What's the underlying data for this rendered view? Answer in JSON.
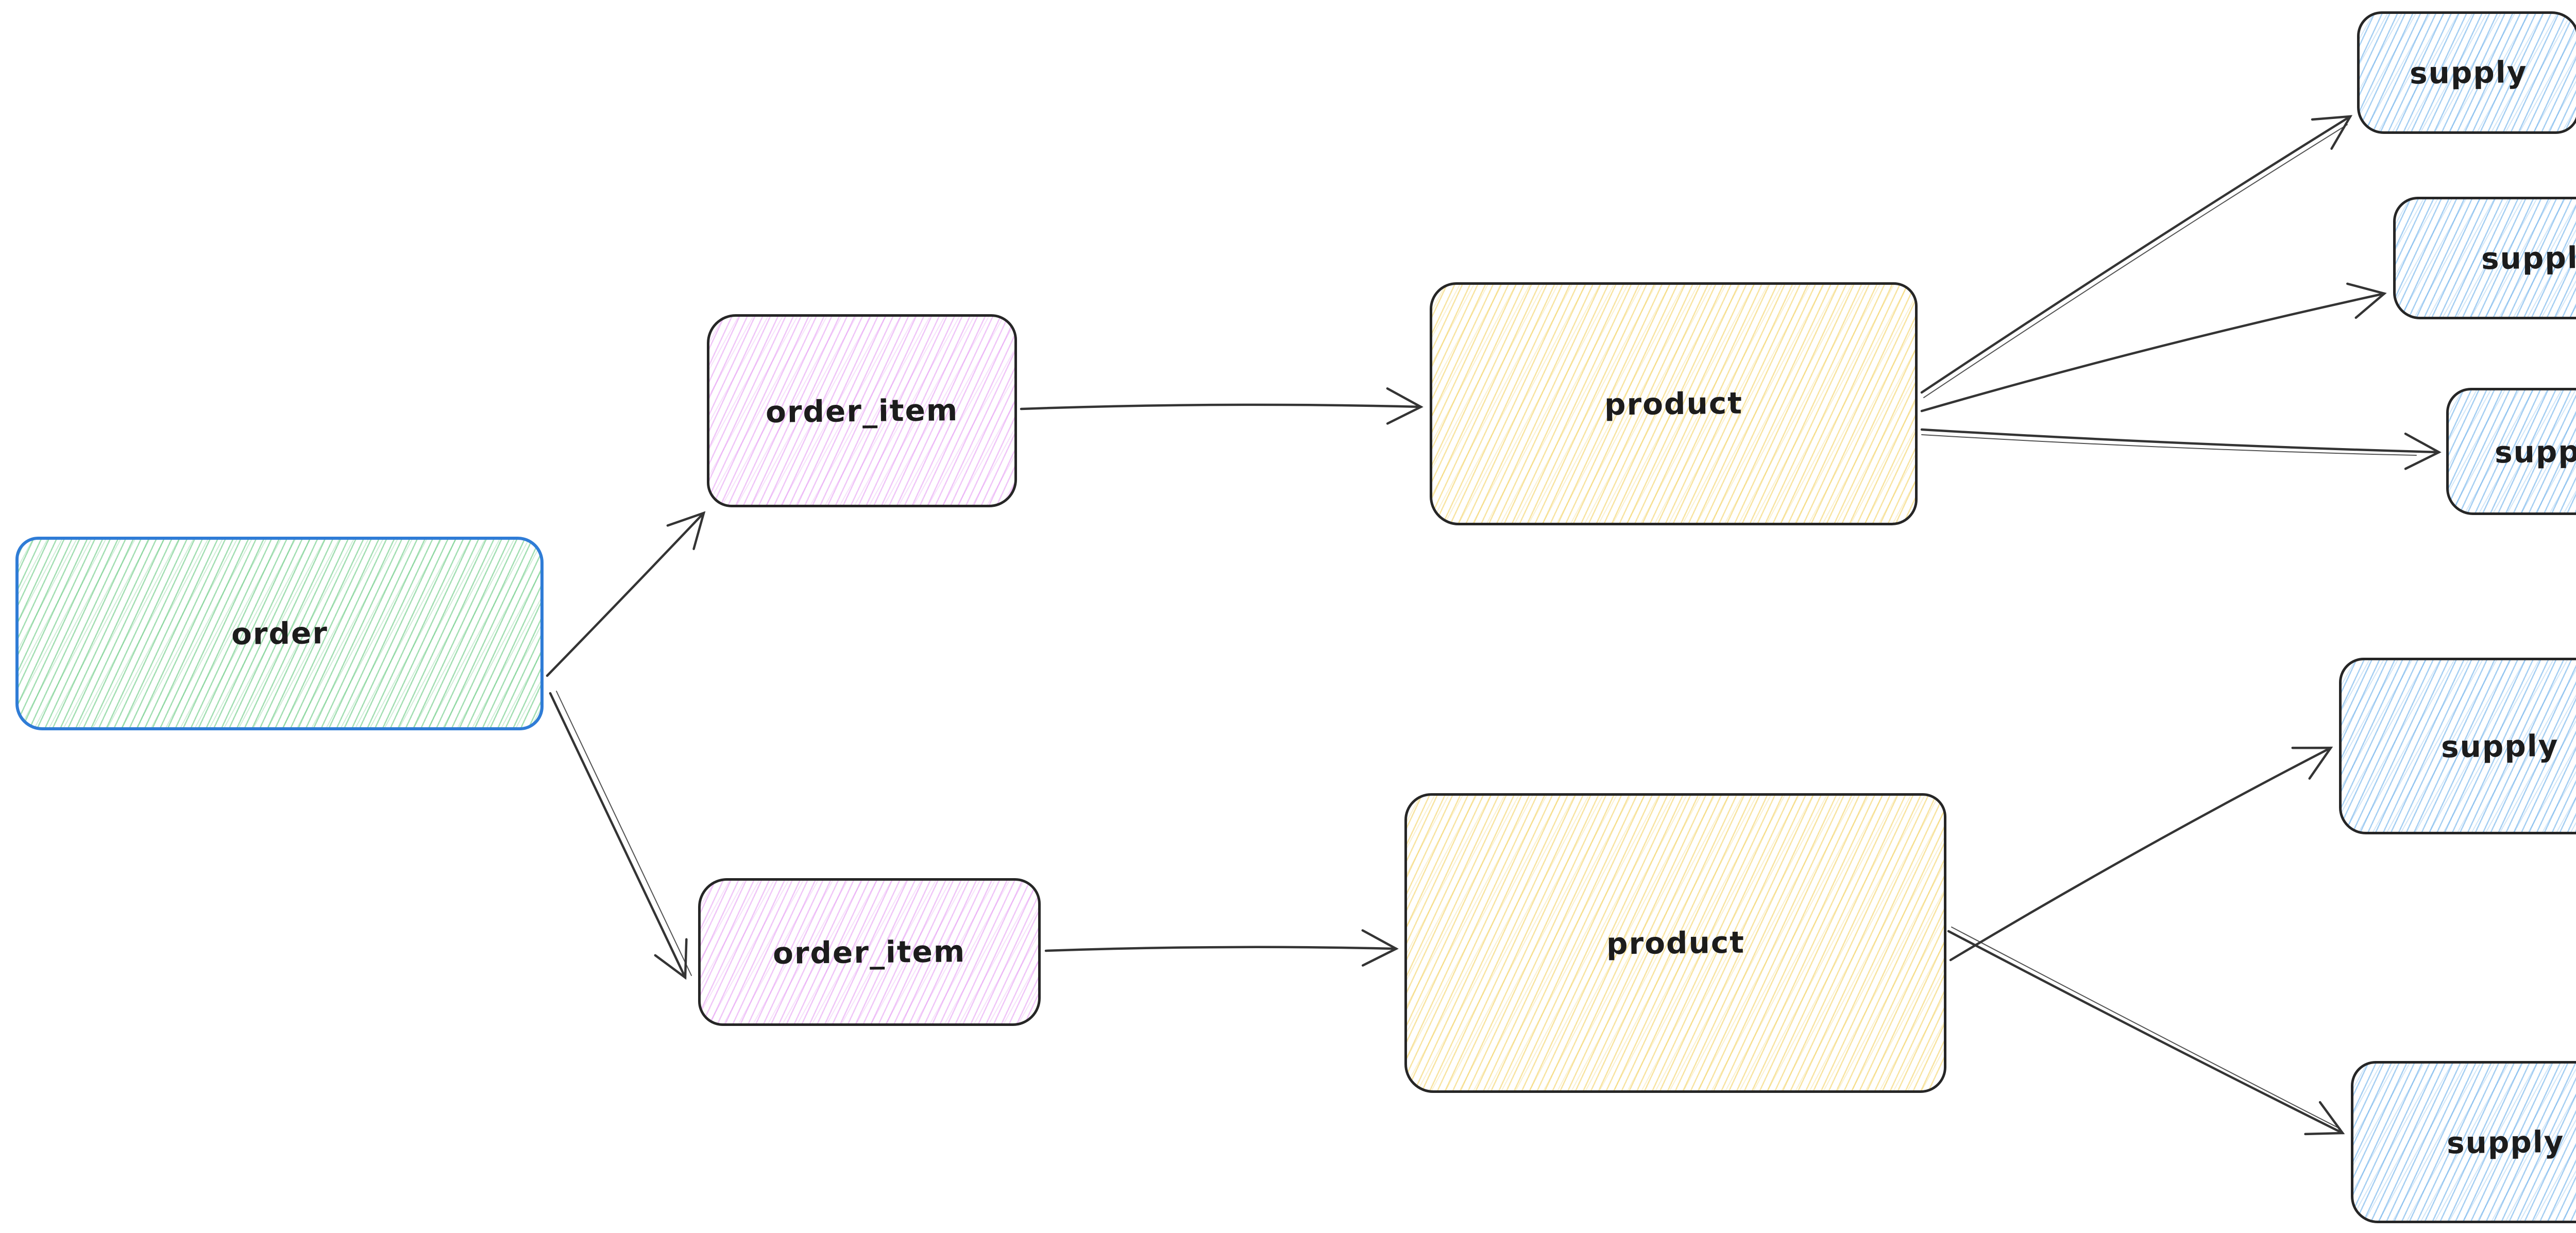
{
  "canvas": {
    "background_color": "#ffffff"
  },
  "nodes": {
    "order": {
      "label": "order",
      "shape": "rounded-rectangle",
      "fill_style": "hachure",
      "hatch_color": "#57c474",
      "border_color": "#2f7cd6"
    },
    "order_item_top": {
      "label": "order_item",
      "shape": "rounded-rectangle",
      "fill_style": "hachure",
      "hatch_color": "#de80f0",
      "border_color": "#262626"
    },
    "order_item_bottom": {
      "label": "order_item",
      "shape": "rounded-rectangle",
      "fill_style": "hachure",
      "hatch_color": "#de80f0",
      "border_color": "#262626"
    },
    "product_top": {
      "label": "product",
      "shape": "rounded-rectangle",
      "fill_style": "hachure",
      "hatch_color": "#f0ca45",
      "border_color": "#262626"
    },
    "product_bottom": {
      "label": "product",
      "shape": "rounded-rectangle",
      "fill_style": "hachure",
      "hatch_color": "#f0ca45",
      "border_color": "#262626"
    },
    "supply_1": {
      "label": "supply",
      "shape": "rounded-rectangle",
      "fill_style": "hachure",
      "hatch_color": "#4d9fe6",
      "border_color": "#262626"
    },
    "supply_2": {
      "label": "supply",
      "shape": "rounded-rectangle",
      "fill_style": "hachure",
      "hatch_color": "#4d9fe6",
      "border_color": "#262626"
    },
    "supply_3": {
      "label": "supply",
      "shape": "rounded-rectangle",
      "fill_style": "hachure",
      "hatch_color": "#4d9fe6",
      "border_color": "#262626"
    },
    "supply_4": {
      "label": "supply",
      "shape": "rounded-rectangle",
      "fill_style": "hachure",
      "hatch_color": "#4d9fe6",
      "border_color": "#262626"
    },
    "supply_5": {
      "label": "supply",
      "shape": "rounded-rectangle",
      "fill_style": "hachure",
      "hatch_color": "#4d9fe6",
      "border_color": "#262626"
    }
  },
  "edges": [
    {
      "from": "order",
      "to": "order_item_top",
      "head": "open-arrow"
    },
    {
      "from": "order",
      "to": "order_item_bottom",
      "head": "open-arrow"
    },
    {
      "from": "order_item_top",
      "to": "product_top",
      "head": "open-arrow"
    },
    {
      "from": "order_item_bottom",
      "to": "product_bottom",
      "head": "open-arrow"
    },
    {
      "from": "product_top",
      "to": "supply_1",
      "head": "open-arrow"
    },
    {
      "from": "product_top",
      "to": "supply_2",
      "head": "open-arrow"
    },
    {
      "from": "product_top",
      "to": "supply_3",
      "head": "open-arrow"
    },
    {
      "from": "product_bottom",
      "to": "supply_4",
      "head": "open-arrow"
    },
    {
      "from": "product_bottom",
      "to": "supply_5",
      "head": "open-arrow"
    }
  ],
  "colors": {
    "arrow": "#343434",
    "text": "#1c1c1c",
    "order_border": "#2f7cd6",
    "default_border": "#262626",
    "green_hatch": "#57c474",
    "pink_hatch": "#de80f0",
    "yellow_hatch": "#f0ca45",
    "blue_hatch": "#4d9fe6"
  }
}
